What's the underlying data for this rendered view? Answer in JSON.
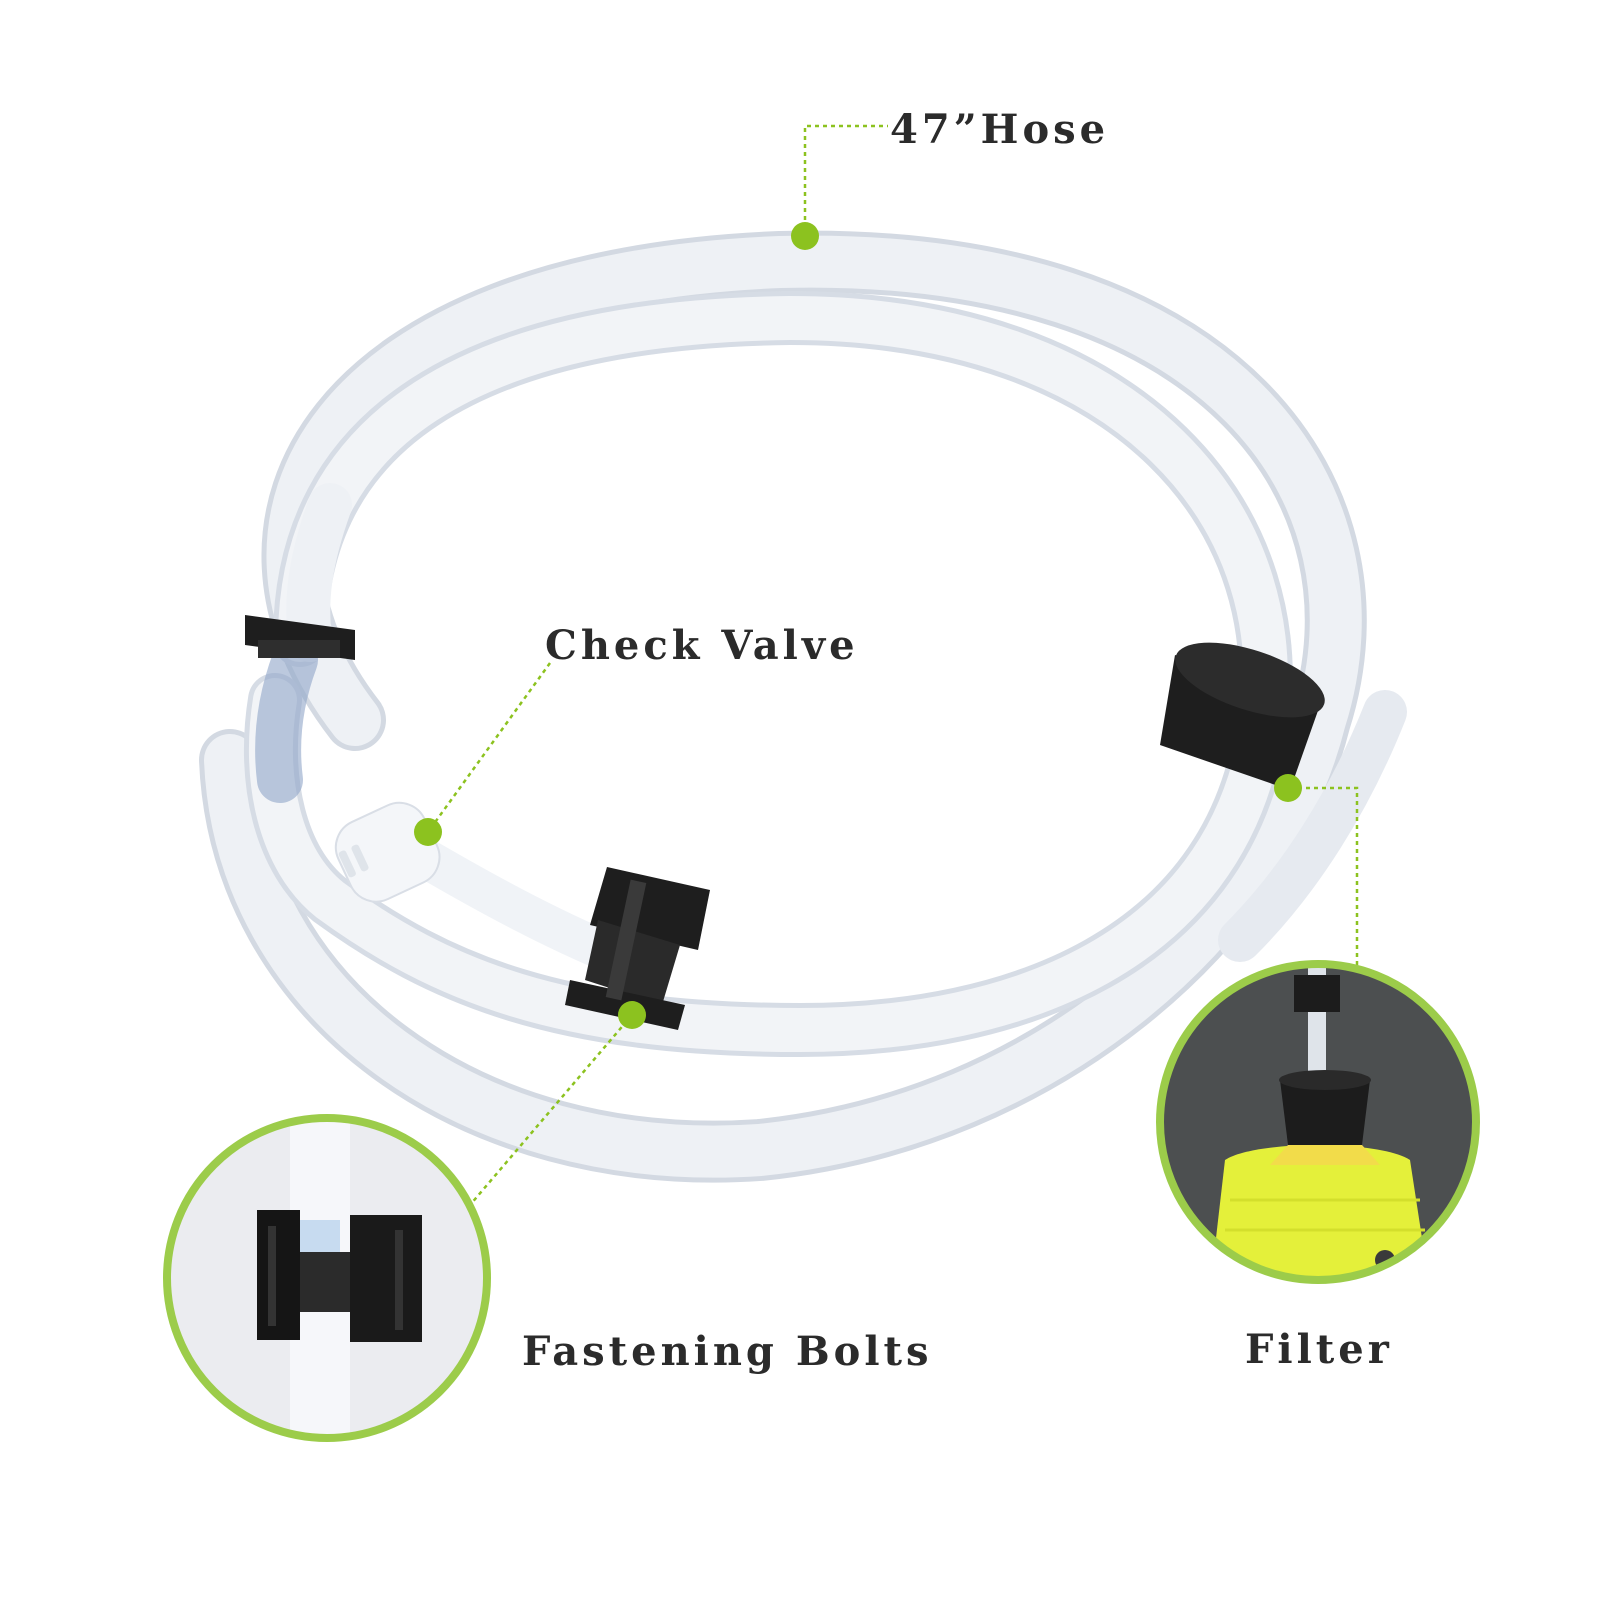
{
  "labels": {
    "hose": "47”Hose",
    "check_valve": "Check Valve",
    "fastening_bolts": "Fastening Bolts",
    "filter": "Filter"
  },
  "colors": {
    "accent_green": "#8cc21f",
    "ring_green": "#9ccc4a",
    "label_text": "#2b2b2b",
    "hose_white": "#eef1f5",
    "hose_shadow": "#d3d9e2",
    "part_black": "#1e1e1e",
    "bottle_yellow": "#e4f03a",
    "inset_dark_bg": "#4c4f50"
  },
  "icons": {
    "callout_dot": "filled-circle",
    "leader_line": "dotted-line"
  }
}
